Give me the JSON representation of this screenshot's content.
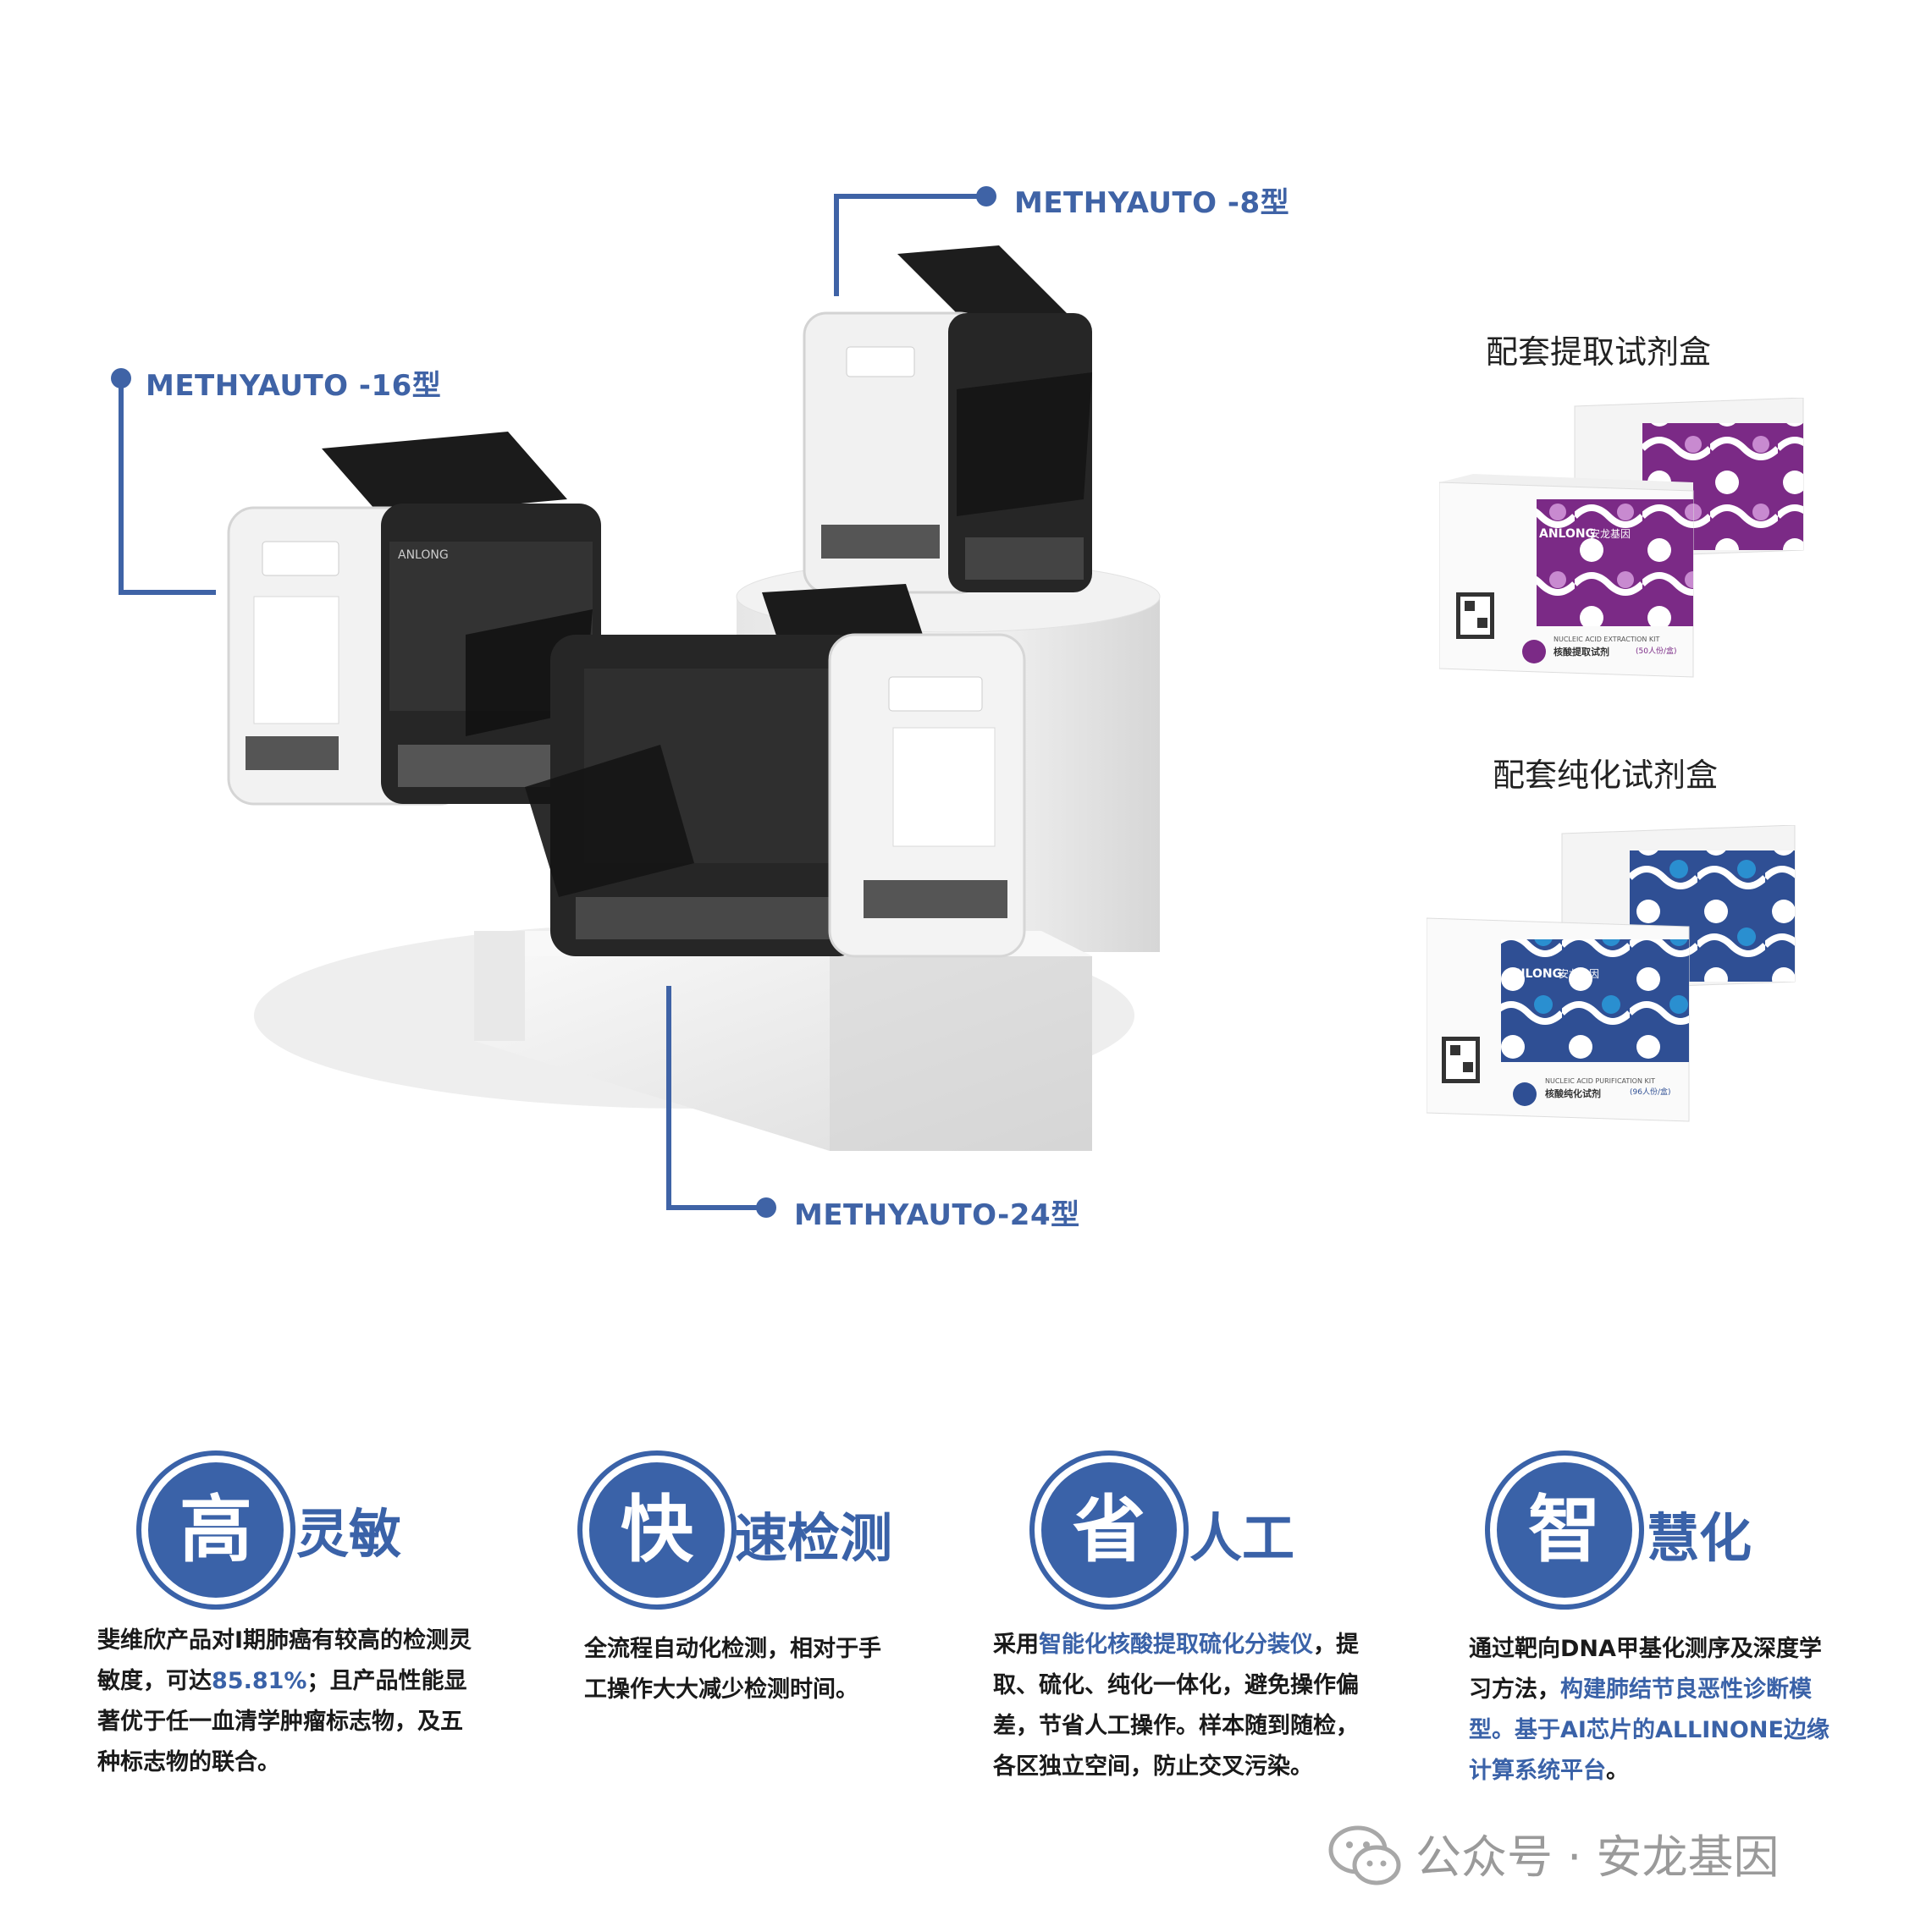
{
  "callouts": {
    "m8": "METHYAUTO -8型",
    "m16": "METHYAUTO -16型",
    "m24": "METHYAUTO-24型"
  },
  "kits": {
    "extraction_title": "配套提取试剂盒",
    "purification_title": "配套纯化试剂盒",
    "brand": "ANLONG",
    "brand_cn": "安龙基因",
    "extraction_en": "NUCLEIC ACID EXTRACTION KIT",
    "extraction_cn": "核酸提取试剂",
    "extraction_pack": "(50人份/盒)",
    "purification_en": "NUCLEIC ACID PURIFICATION KIT",
    "purification_cn": "核酸纯化试剂",
    "purification_pack": "(96人份/盒)"
  },
  "machine_brand": "ANLONG",
  "features": [
    {
      "char": "高",
      "word": "灵敏",
      "desc_before": "斐维欣产品对I期肺癌有较高的检测灵敏度，可达",
      "desc_highlight": "85.81%",
      "desc_after": "；且产品性能显著优于任一血清学肿瘤标志物，及五种标志物的联合。"
    },
    {
      "char": "快",
      "word": "速检测",
      "desc_before": "全流程自动化检测，相对于手工操作大大减少检测时间。",
      "desc_highlight": "",
      "desc_after": ""
    },
    {
      "char": "省",
      "word": "人工",
      "desc_before": "采用",
      "desc_highlight": "智能化核酸提取硫化分装仪",
      "desc_after": "，提取、硫化、纯化一体化，避免操作偏差，节省人工操作。样本随到随检，各区独立空间，防止交叉污染。"
    },
    {
      "char": "智",
      "word": "慧化",
      "desc_before": "通过靶向DNA甲基化测序及深度学习方法，",
      "desc_highlight": "构建肺结节良恶性诊断模型。基于AI芯片的ALLINONE边缘计算系统平台",
      "desc_after": "。"
    }
  ],
  "footer": {
    "text": "公众号 · 安龙基因"
  },
  "colors": {
    "accent": "#3a62a8",
    "text": "#1a1a1a",
    "purple": "#7b2a86",
    "blue": "#2f4f94"
  }
}
